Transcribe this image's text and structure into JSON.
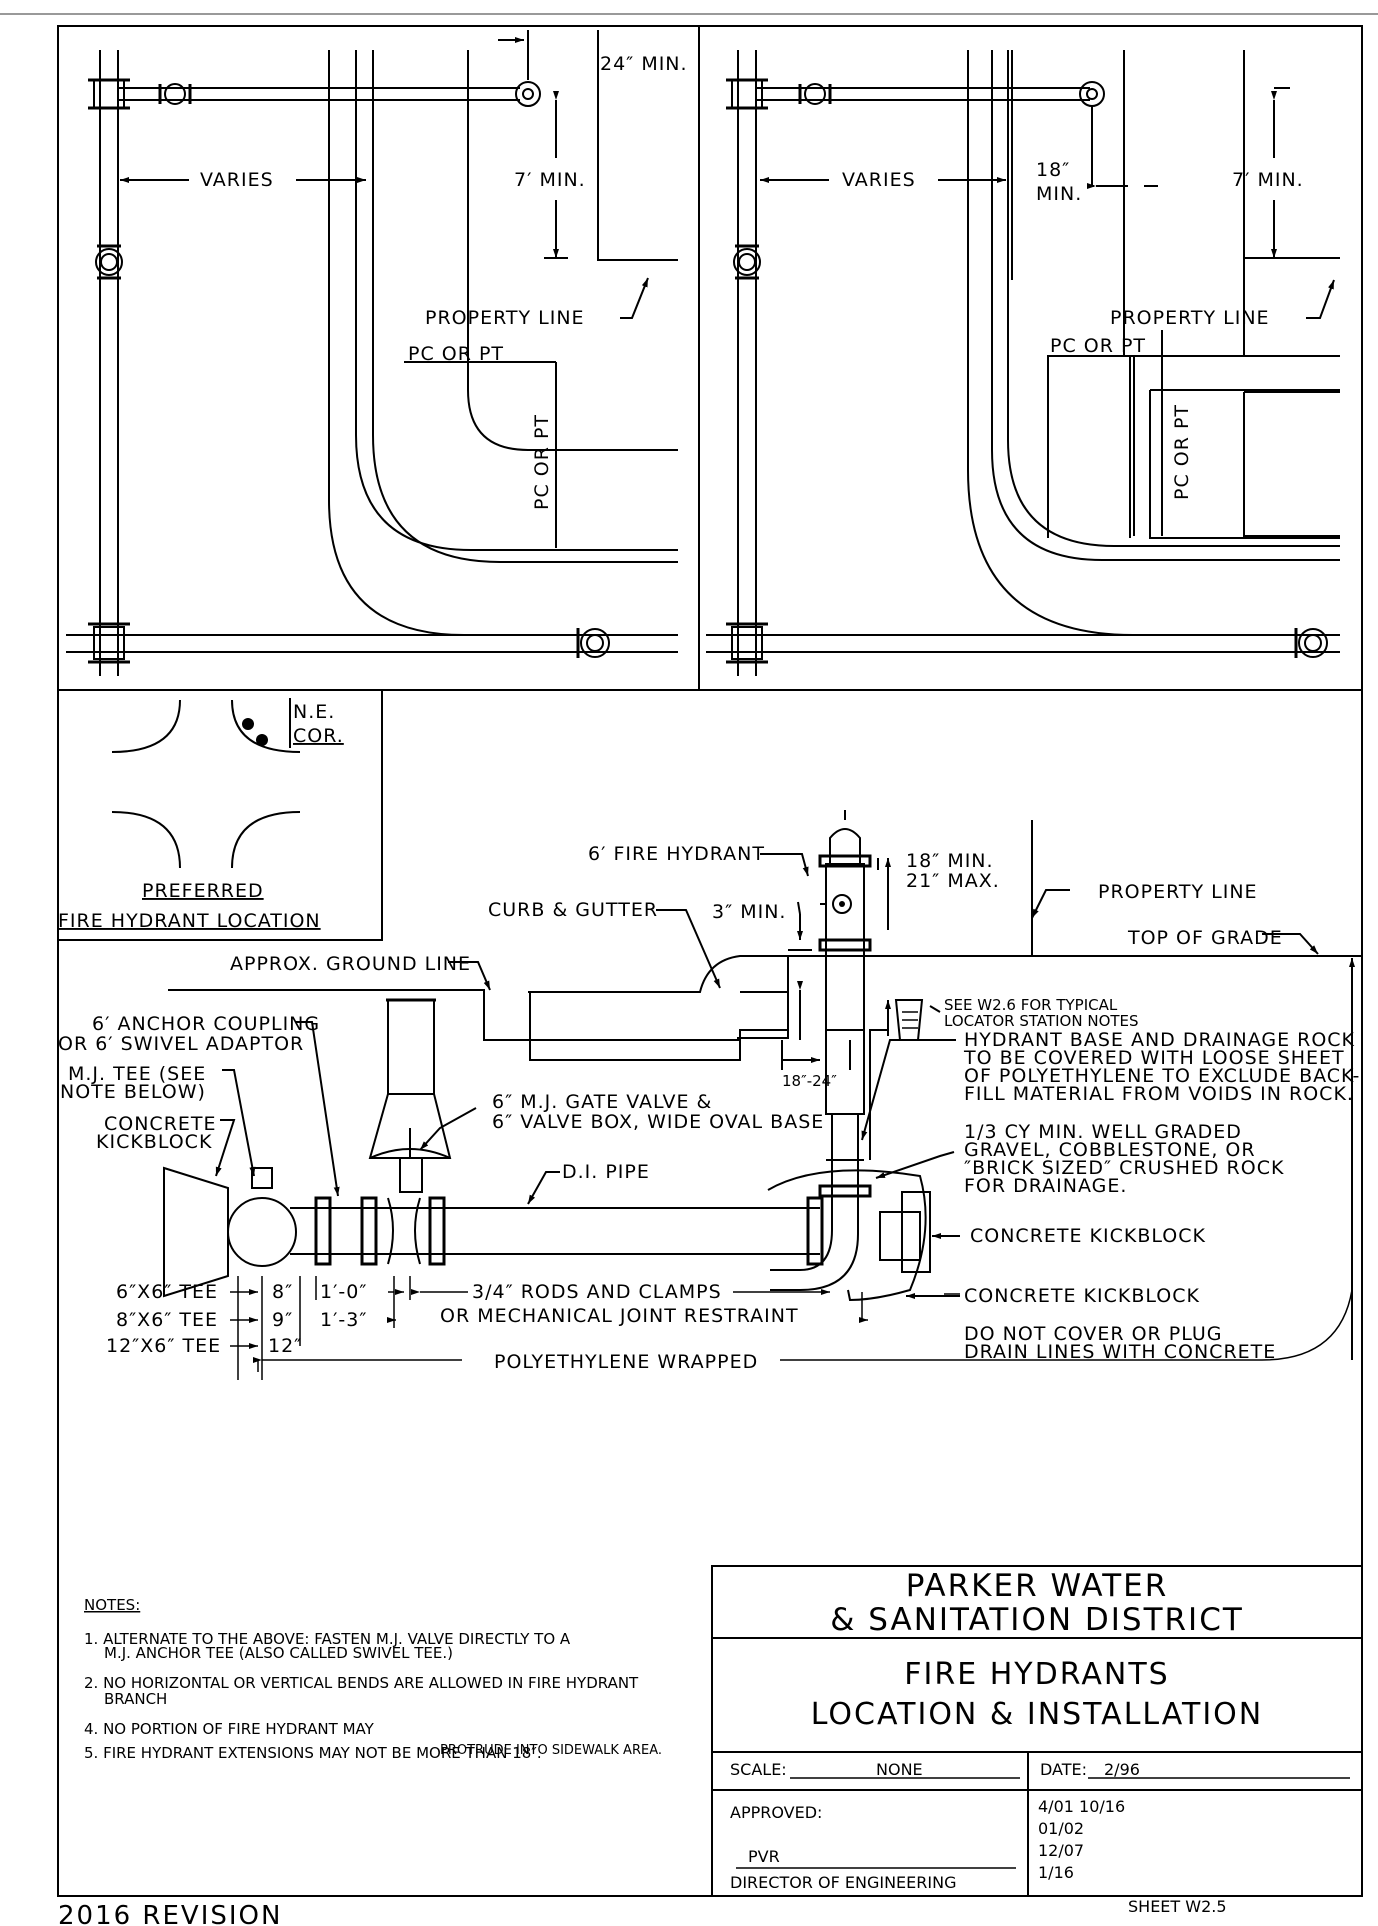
{
  "plan_left": {
    "varies": "VARIES",
    "dim_24": "24″ MIN.",
    "dim_7": "7′ MIN.",
    "property_line": "PROPERTY LINE",
    "pc_pt_h": "PC OR PT",
    "pc_pt_v": "PC OR PT"
  },
  "plan_right": {
    "varies": "VARIES",
    "dim_18_a": "18″",
    "dim_18_b": "MIN.",
    "dim_7": "7′ MIN.",
    "property_line": "PROPERTY LINE",
    "pc_pt_h": "PC OR PT",
    "pc_pt_v": "PC OR PT"
  },
  "inset": {
    "ne_1": "N.E.",
    "ne_2": "COR.",
    "preferred": "PREFERRED",
    "location": "FIRE HYDRANT LOCATION"
  },
  "elevation": {
    "fire_hydrant": "6′ FIRE HYDRANT",
    "min18": "18″ MIN.",
    "max21": "21″ MAX.",
    "curb": "CURB & GUTTER",
    "min3": "3″ MIN.",
    "property_line": "PROPERTY LINE",
    "top_grade": "TOP OF GRADE",
    "ground": "APPROX. GROUND LINE",
    "w26_1": "SEE W2.6 FOR TYPICAL",
    "w26_2": "LOCATOR STATION NOTES",
    "anchor_1": "6′ ANCHOR COUPLING",
    "anchor_2": "OR 6′ SWIVEL ADAPTOR",
    "mjtee_1": "M.J. TEE (SEE",
    "mjtee_2": "NOTE BELOW)",
    "kick_1": "CONCRETE",
    "kick_2": "KICKBLOCK",
    "dim_1824": "18″-24″",
    "gate_1": "6″ M.J. GATE VALVE &",
    "gate_2": "6″ VALVE BOX, WIDE OVAL BASE",
    "di_pipe": "D.I. PIPE",
    "base_1": "HYDRANT BASE AND DRAINAGE ROCK",
    "base_2": "TO BE COVERED WITH LOOSE SHEET",
    "base_3": "OF POLYETHYLENE TO EXCLUDE BACK-",
    "base_4": "FILL MATERIAL FROM VOIDS IN ROCK.",
    "gravel_1": "1/3 CY MIN. WELL GRADED",
    "gravel_2": "GRAVEL, COBBLESTONE, OR",
    "gravel_3": "″BRICK SIZED″ CRUSHED ROCK",
    "gravel_4": "FOR DRAINAGE.",
    "kickblock_a": "CONCRETE KICKBLOCK",
    "kickblock_b": "CONCRETE KICKBLOCK",
    "tee_6": "6″X6″ TEE",
    "tee_8": "8″X6″ TEE",
    "tee_12": "12″X6″ TEE",
    "d_8": "8″",
    "d_9": "9″",
    "d_12": "12″",
    "d_10": "1′-0″",
    "d_13": "1′-3″",
    "rods": "3/4″ RODS AND CLAMPS",
    "mech": "OR MECHANICAL JOINT RESTRAINT",
    "drain_1": "DO NOT COVER OR PLUG",
    "drain_2": "DRAIN LINES WITH CONCRETE",
    "poly": "POLYETHYLENE WRAPPED"
  },
  "notes": {
    "heading": "NOTES:",
    "n1a": "1. ALTERNATE TO THE ABOVE:  FASTEN M.J. VALVE DIRECTLY TO A",
    "n1b": "M.J. ANCHOR TEE (ALSO CALLED SWIVEL TEE.)",
    "n2a": "2. NO HORIZONTAL OR VERTICAL BENDS ARE ALLOWED IN FIRE HYDRANT",
    "n2b": "BRANCH",
    "n4": "4. NO PORTION OF FIRE HYDRANT MAY",
    "n5": "5. FIRE HYDRANT EXTENSIONS MAY NOT BE MORE THAN 18″.",
    "n5_over": "PROTRUDE INTO SIDEWALK AREA."
  },
  "title_block": {
    "org_1": "PARKER WATER",
    "org_2": "& SANITATION DISTRICT",
    "title_1": "FIRE HYDRANTS",
    "title_2": "LOCATION & INSTALLATION",
    "scale_label": "SCALE:",
    "scale_value": "NONE",
    "date_label": "DATE:",
    "date_value": "2/96",
    "approved_label": "APPROVED:",
    "approved_value": "PVR",
    "director": "DIRECTOR OF ENGINEERING",
    "rev_1": "4/01   10/16",
    "rev_2": "01/02",
    "rev_3": "12/07",
    "rev_4": "1/16"
  },
  "footer": {
    "revision": "2016 REVISION",
    "sheet": "SHEET W2.5"
  }
}
